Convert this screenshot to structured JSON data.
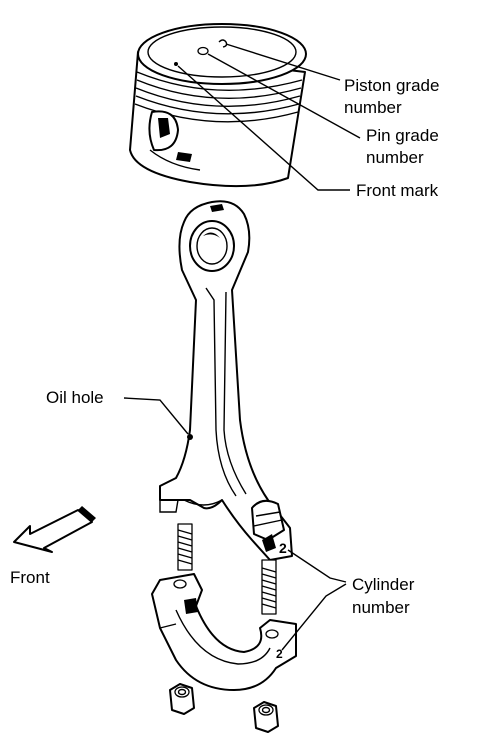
{
  "labels": {
    "piston_grade_number": [
      "Piston grade",
      "number"
    ],
    "pin_grade_number": [
      "Pin grade",
      "number"
    ],
    "front_mark": "Front mark",
    "oil_hole": "Oil hole",
    "front": "Front",
    "cylinder_number": [
      "Cylinder",
      "number"
    ]
  },
  "cylinder_digit": "2"
}
